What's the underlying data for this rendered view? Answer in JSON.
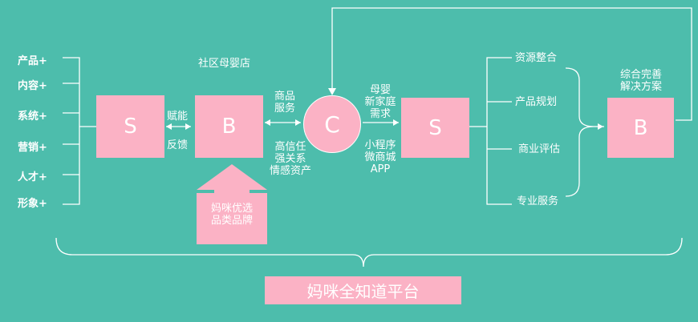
{
  "left_labels": [
    "产品+",
    "内容+",
    "系统+",
    "营销+",
    "人才+",
    "形象+"
  ],
  "nodes": {
    "s1": "S",
    "b1": "B",
    "c": "C",
    "s2": "S",
    "b2": "B"
  },
  "labels": {
    "empower": "赋能",
    "feedback": "反馈",
    "community_store": "社区母婴店",
    "goods_service": "商品\n服务",
    "trust": "高信任\n强关系\n情感资产",
    "mom_baby": "母婴\n新家庭\n需求",
    "channels": "小程序\n微商城\nAPP",
    "solution": "综合完善\n解决方案",
    "brand_box": "妈咪优选\n品类品牌"
  },
  "right_labels": [
    "资源整合",
    "产品规划",
    "商业评估",
    "专业服务"
  ],
  "platform": "妈咪全知道平台",
  "colors": {
    "background": "#4dbdac",
    "box": "#fbb2c5",
    "line": "#ffffff"
  }
}
